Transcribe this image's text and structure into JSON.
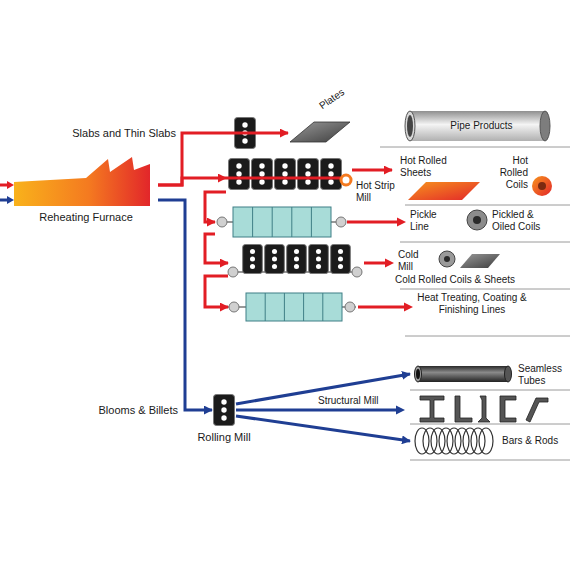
{
  "diagram": {
    "nodes": [
      {
        "text": [
          "Reheating Furnace"
        ]
      },
      {
        "text": [
          "Plates"
        ]
      },
      {
        "text": [
          "Pipe Products"
        ]
      },
      {
        "text": [
          "Hot Strip Mill"
        ]
      },
      {
        "text": [
          "Hot Rolled Sheets"
        ]
      },
      {
        "text": [
          "Hot Rolled Coils"
        ]
      },
      {
        "text": [
          "Pickle Line"
        ]
      },
      {
        "text": [
          "Pickled & Oiled Coils"
        ]
      },
      {
        "text": [
          "Cold Mill"
        ]
      },
      {
        "text": [
          "Cold Rolled Coils & Sheets"
        ]
      },
      {
        "text": [
          "Heat Treating, Coating & Finishing Lines"
        ]
      },
      {
        "text": [
          "Rolling Mill"
        ]
      },
      {
        "text": [
          "Seamless Tubes"
        ]
      },
      {
        "text": [
          "Bars & Rods"
        ]
      }
    ],
    "edges": [
      {
        "from": 0,
        "to": 1,
        "arrow": "to",
        "label": "Slabs and Thin Slabs"
      },
      {
        "from": 0,
        "to": 3,
        "arrow": "to"
      },
      {
        "from": 0,
        "to": 11,
        "arrow": "to",
        "label": "Blooms & Billets"
      },
      {
        "from": 3,
        "to": 4,
        "arrow": "to"
      },
      {
        "from": 3,
        "to": 6,
        "arrow": "to"
      },
      {
        "from": 6,
        "to": 8,
        "arrow": "to"
      },
      {
        "from": 8,
        "to": 10,
        "arrow": "to"
      },
      {
        "from": 11,
        "to": 12,
        "arrow": "to"
      },
      {
        "from": 11,
        "to": 13,
        "arrow": "to"
      }
    ],
    "labels": [
      "Structural Mill"
    ]
  }
}
